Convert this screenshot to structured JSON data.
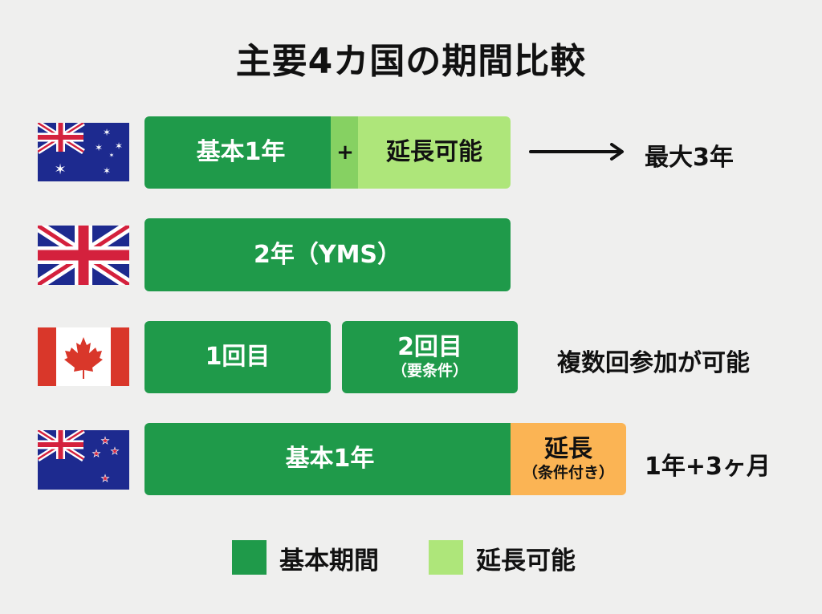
{
  "title": "主要4カ国の期間比較",
  "colors": {
    "basic": "#1f9a4a",
    "extendable": "#aee67a",
    "conditional_extension": "#fbb454",
    "background": "#efefee"
  },
  "rows": [
    {
      "country": "Australia",
      "flag_icon": "australia-flag-icon",
      "segments": [
        {
          "label": "基本1年",
          "type": "basic"
        },
        {
          "label": "+",
          "type": "connector"
        },
        {
          "label": "延長可能",
          "type": "extendable"
        }
      ],
      "arrow_icon": "right-arrow-icon",
      "note": "最大3年"
    },
    {
      "country": "United Kingdom",
      "flag_icon": "uk-flag-icon",
      "segments": [
        {
          "label": "2年（YMS）",
          "type": "basic"
        }
      ],
      "note": ""
    },
    {
      "country": "Canada",
      "flag_icon": "canada-flag-icon",
      "segments": [
        {
          "label": "1回目",
          "type": "basic"
        },
        {
          "label": "2回目",
          "sublabel": "（要条件）",
          "type": "basic"
        }
      ],
      "note": "複数回参加が可能"
    },
    {
      "country": "New Zealand",
      "flag_icon": "new-zealand-flag-icon",
      "segments": [
        {
          "label": "基本1年",
          "type": "basic"
        },
        {
          "label": "延長",
          "sublabel": "（条件付き）",
          "type": "conditional_extension"
        }
      ],
      "note": "1年+3ヶ月"
    }
  ],
  "legend": [
    {
      "label": "基本期間",
      "color": "#1f9a4a"
    },
    {
      "label": "延長可能",
      "color": "#aee67a"
    }
  ]
}
